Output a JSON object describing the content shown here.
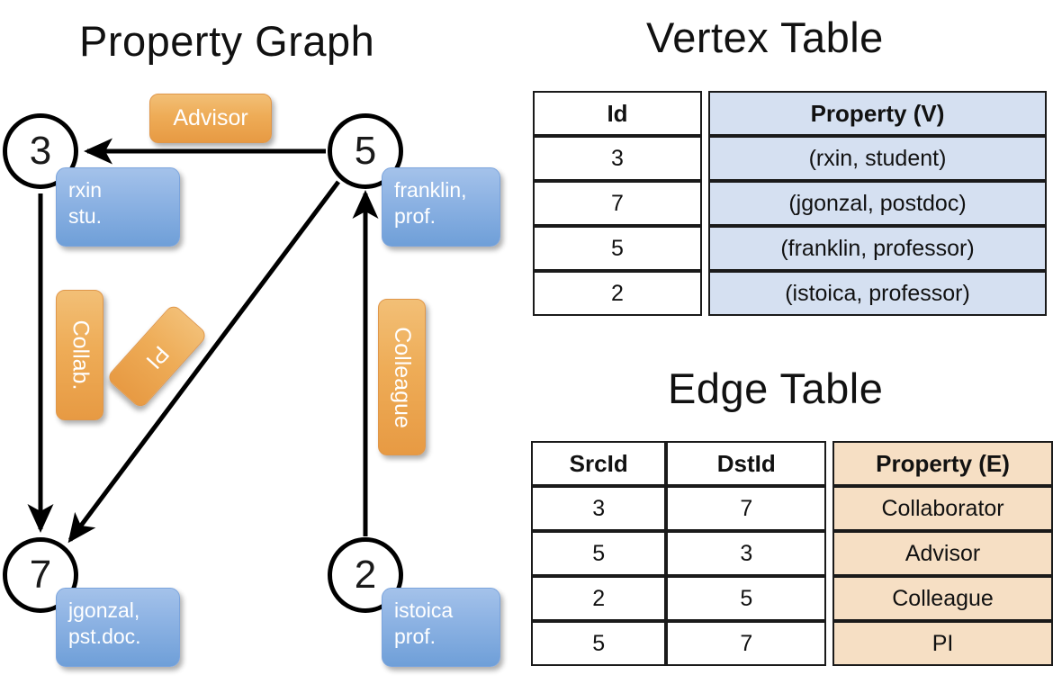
{
  "titles": {
    "property_graph": "Property Graph",
    "vertex_table": "Vertex Table",
    "edge_table": "Edge Table"
  },
  "colors": {
    "vertex_property_fill": "#d5e0f1",
    "edge_property_fill": "#f6dfc4",
    "node_box_blue": "#8fb4e4",
    "edge_label_orange": "#eeac57",
    "stroke": "#1a1a1a"
  },
  "graph": {
    "nodes": [
      {
        "id": "3",
        "property_line1": "rxin",
        "property_line2": "stu."
      },
      {
        "id": "5",
        "property_line1": "franklin,",
        "property_line2": "prof."
      },
      {
        "id": "7",
        "property_line1": "jgonzal,",
        "property_line2": "pst.doc."
      },
      {
        "id": "2",
        "property_line1": "istoica",
        "property_line2": "prof."
      }
    ],
    "edge_labels": [
      {
        "label": "Advisor",
        "orientation": "horizontal"
      },
      {
        "label": "Collab.",
        "orientation": "vertical"
      },
      {
        "label": "PI",
        "orientation": "rotated"
      },
      {
        "label": "Colleague",
        "orientation": "vertical"
      }
    ]
  },
  "vertex_table": {
    "headers": [
      "Id",
      "Property (V)"
    ],
    "rows": [
      {
        "id": "3",
        "property": "(rxin, student)"
      },
      {
        "id": "7",
        "property": "(jgonzal, postdoc)"
      },
      {
        "id": "5",
        "property": "(franklin, professor)"
      },
      {
        "id": "2",
        "property": "(istoica, professor)"
      }
    ]
  },
  "edge_table": {
    "headers": [
      "SrcId",
      "DstId",
      "Property (E)"
    ],
    "rows": [
      {
        "src": "3",
        "dst": "7",
        "property": "Collaborator"
      },
      {
        "src": "5",
        "dst": "3",
        "property": "Advisor"
      },
      {
        "src": "2",
        "dst": "5",
        "property": "Colleague"
      },
      {
        "src": "5",
        "dst": "7",
        "property": "PI"
      }
    ]
  }
}
